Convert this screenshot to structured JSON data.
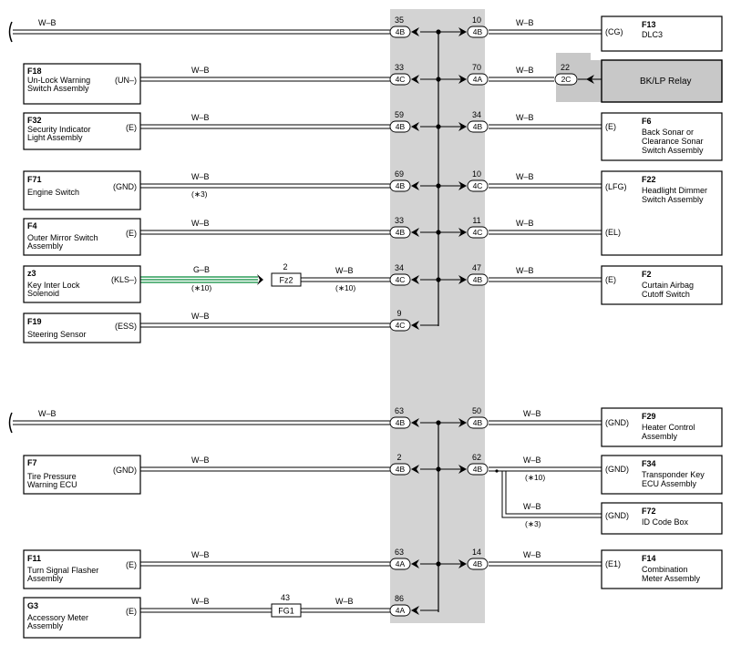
{
  "junction": {
    "relay_label": "BK/LP Relay",
    "relay_pin": "22",
    "relay_conn": "2C"
  },
  "left_components": [
    {
      "code": "F18",
      "lines": [
        "Un-Lock Warning",
        "Switch Assembly"
      ],
      "terminal": "(UN–)"
    },
    {
      "code": "F32",
      "lines": [
        "Security Indicator",
        "Light Assembly"
      ],
      "terminal": "(E)"
    },
    {
      "code": "F71",
      "lines": [
        "Engine Switch"
      ],
      "terminal": "(GND)"
    },
    {
      "code": "F4",
      "lines": [
        "Outer Mirror Switch",
        "Assembly"
      ],
      "terminal": "(E)"
    },
    {
      "code": "z3",
      "lines": [
        "Key Inter Lock",
        "Solenoid"
      ],
      "terminal": "(KLS–)"
    },
    {
      "code": "F19",
      "lines": [
        "Steering Sensor"
      ],
      "terminal": "(ESS)"
    },
    {
      "code": "F7",
      "lines": [
        "Tire Pressure",
        "Warning ECU"
      ],
      "terminal": "(GND)"
    },
    {
      "code": "F11",
      "lines": [
        "Turn Signal Flasher",
        "Assembly"
      ],
      "terminal": "(E)"
    },
    {
      "code": "G3",
      "lines": [
        "Accessory Meter",
        "Assembly"
      ],
      "terminal": "(E)"
    }
  ],
  "right_components": [
    {
      "code": "F13",
      "lines": [
        "DLC3"
      ],
      "terminal": "(CG)"
    },
    {
      "code": "F6",
      "lines": [
        "Back Sonar or",
        "Clearance Sonar",
        "Switch Assembly"
      ],
      "terminal": "(E)"
    },
    {
      "code": "F22",
      "lines": [
        "Headlight Dimmer",
        "Switch Assembly"
      ],
      "terminal": "(LFG)",
      "terminal2": "(EL)"
    },
    {
      "code": "F2",
      "lines": [
        "Curtain Airbag",
        "Cutoff Switch"
      ],
      "terminal": "(E)"
    },
    {
      "code": "F29",
      "lines": [
        "Heater Control",
        "Assembly"
      ],
      "terminal": "(GND)"
    },
    {
      "code": "F34",
      "lines": [
        "Transponder Key",
        "ECU Assembly"
      ],
      "terminal": "(GND)"
    },
    {
      "code": "F72",
      "lines": [
        "ID Code Box"
      ],
      "terminal": "(GND)"
    },
    {
      "code": "F14",
      "lines": [
        "Combination",
        "Meter Assembly"
      ],
      "terminal": "(E1)"
    }
  ],
  "left_pins": [
    {
      "pin": "35",
      "conn": "4B"
    },
    {
      "pin": "33",
      "conn": "4C"
    },
    {
      "pin": "59",
      "conn": "4B"
    },
    {
      "pin": "69",
      "conn": "4B"
    },
    {
      "pin": "33",
      "conn": "4B"
    },
    {
      "pin": "34",
      "conn": "4C"
    },
    {
      "pin": "9",
      "conn": "4C"
    },
    {
      "pin": "63",
      "conn": "4B"
    },
    {
      "pin": "2",
      "conn": "4B"
    },
    {
      "pin": "63",
      "conn": "4A"
    },
    {
      "pin": "86",
      "conn": "4A"
    }
  ],
  "right_pins": [
    {
      "pin": "10",
      "conn": "4B"
    },
    {
      "pin": "70",
      "conn": "4A"
    },
    {
      "pin": "34",
      "conn": "4B"
    },
    {
      "pin": "10",
      "conn": "4C"
    },
    {
      "pin": "11",
      "conn": "4C"
    },
    {
      "pin": "47",
      "conn": "4B"
    },
    {
      "pin": "50",
      "conn": "4B"
    },
    {
      "pin": "62",
      "conn": "4B"
    },
    {
      "pin": "14",
      "conn": "4B"
    }
  ],
  "inline_connectors": [
    {
      "pin": "2",
      "name": "Fz2"
    },
    {
      "pin": "43",
      "name": "FG1"
    }
  ],
  "wire_colors": {
    "wb": "W–B",
    "gb": "G–B"
  },
  "notes": {
    "n3": "(∗3)",
    "n10": "(∗10)"
  },
  "colors": {
    "junction_fill": "#d3d3d3",
    "relay_fill": "#c8c8c8",
    "green_wire": "#2e9e5a"
  }
}
